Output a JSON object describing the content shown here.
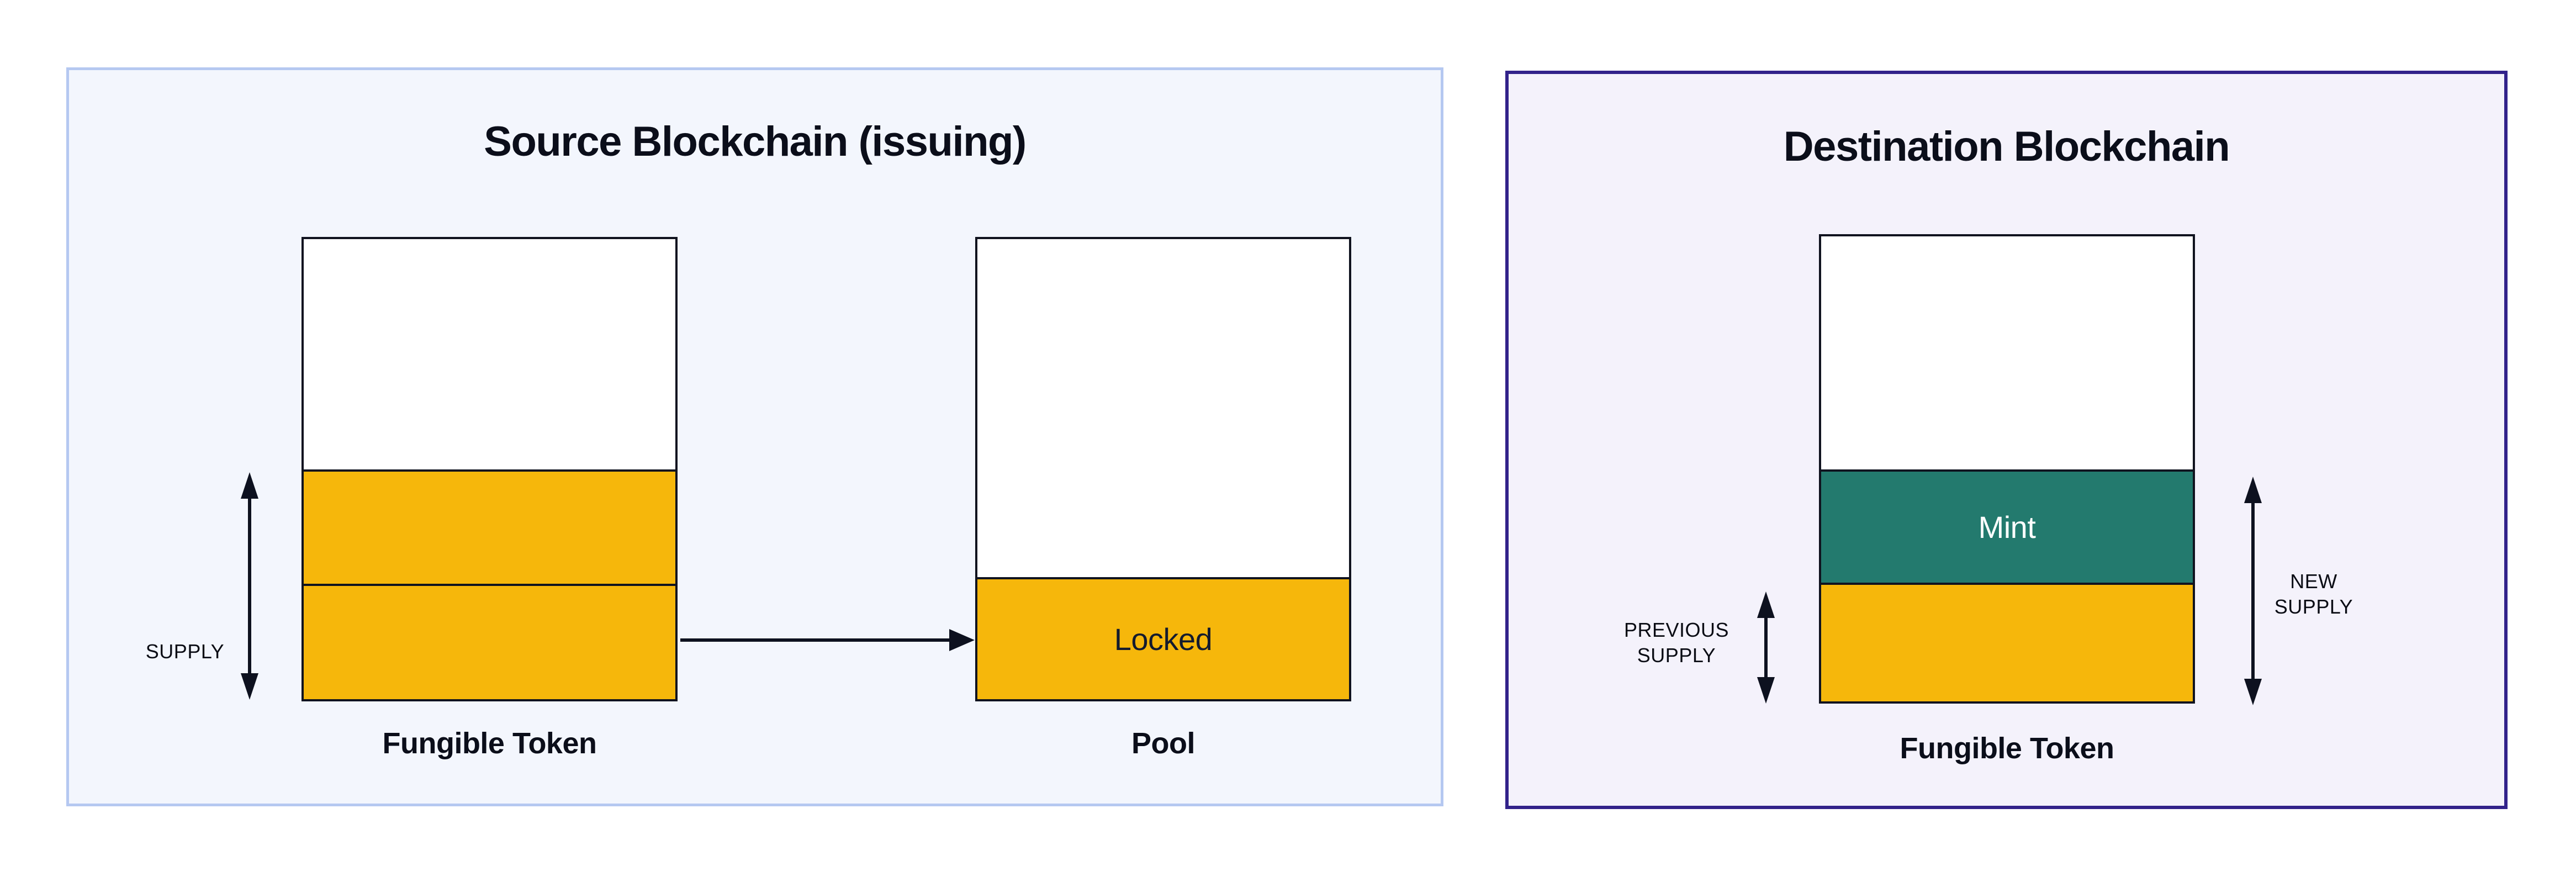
{
  "source_panel": {
    "title": "Source Blockchain (issuing)",
    "supply_label": "SUPPLY",
    "fungible_token_caption": "Fungible Token",
    "pool_caption": "Pool",
    "locked_label": "Locked",
    "colors": {
      "panel_background": "#F3F6FD",
      "panel_border": "#B5C8F1",
      "token_fill": "#F6B70B",
      "bar_outline": "#10131F",
      "arrow": "#0D111F",
      "locked_text": "#141B2E"
    }
  },
  "destination_panel": {
    "title": "Destination Blockchain",
    "previous_supply_label": [
      "PREVIOUS",
      "SUPPLY"
    ],
    "new_supply_label": [
      "NEW",
      "SUPPLY"
    ],
    "mint_label": "Mint",
    "fungible_token_caption": "Fungible Token",
    "colors": {
      "panel_background": "#F4F2FB",
      "panel_border": "#32228A",
      "token_fill": "#F6B70B",
      "mint_fill": "#237A6E",
      "mint_text": "#FFFFFF",
      "bar_outline": "#10131F",
      "arrow": "#0D111F"
    }
  }
}
